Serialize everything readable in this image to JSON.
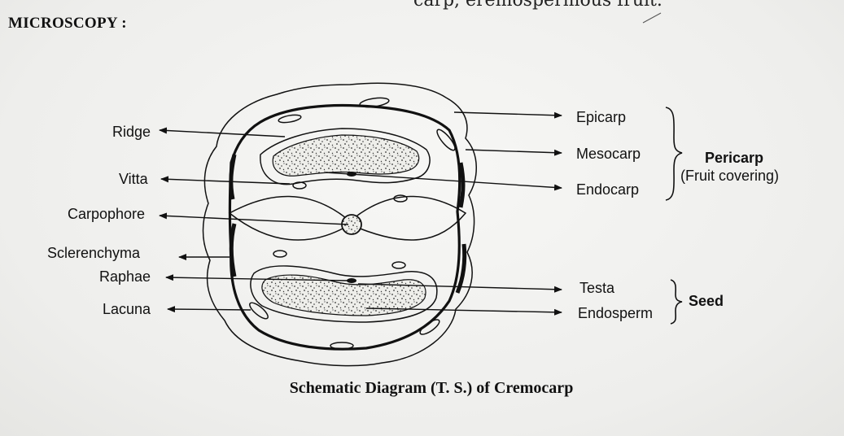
{
  "heading": "MICROSCOPY :",
  "cut_text": "carp, eremospermous fruit.",
  "caption": "Schematic Diagram (T. S.) of Cremocarp",
  "labels": {
    "ridge": "Ridge",
    "vitta": "Vitta",
    "carpophore": "Carpophore",
    "sclerenchyma": "Sclerenchyma",
    "raphae": "Raphae",
    "lacuna": "Lacuna",
    "epicarp": "Epicarp",
    "mesocarp": "Mesocarp",
    "endocarp": "Endocarp",
    "testa": "Testa",
    "endosperm": "Endosperm",
    "pericarp": "Pericarp",
    "fruit_covering": "(Fruit covering)",
    "seed": "Seed"
  }
}
